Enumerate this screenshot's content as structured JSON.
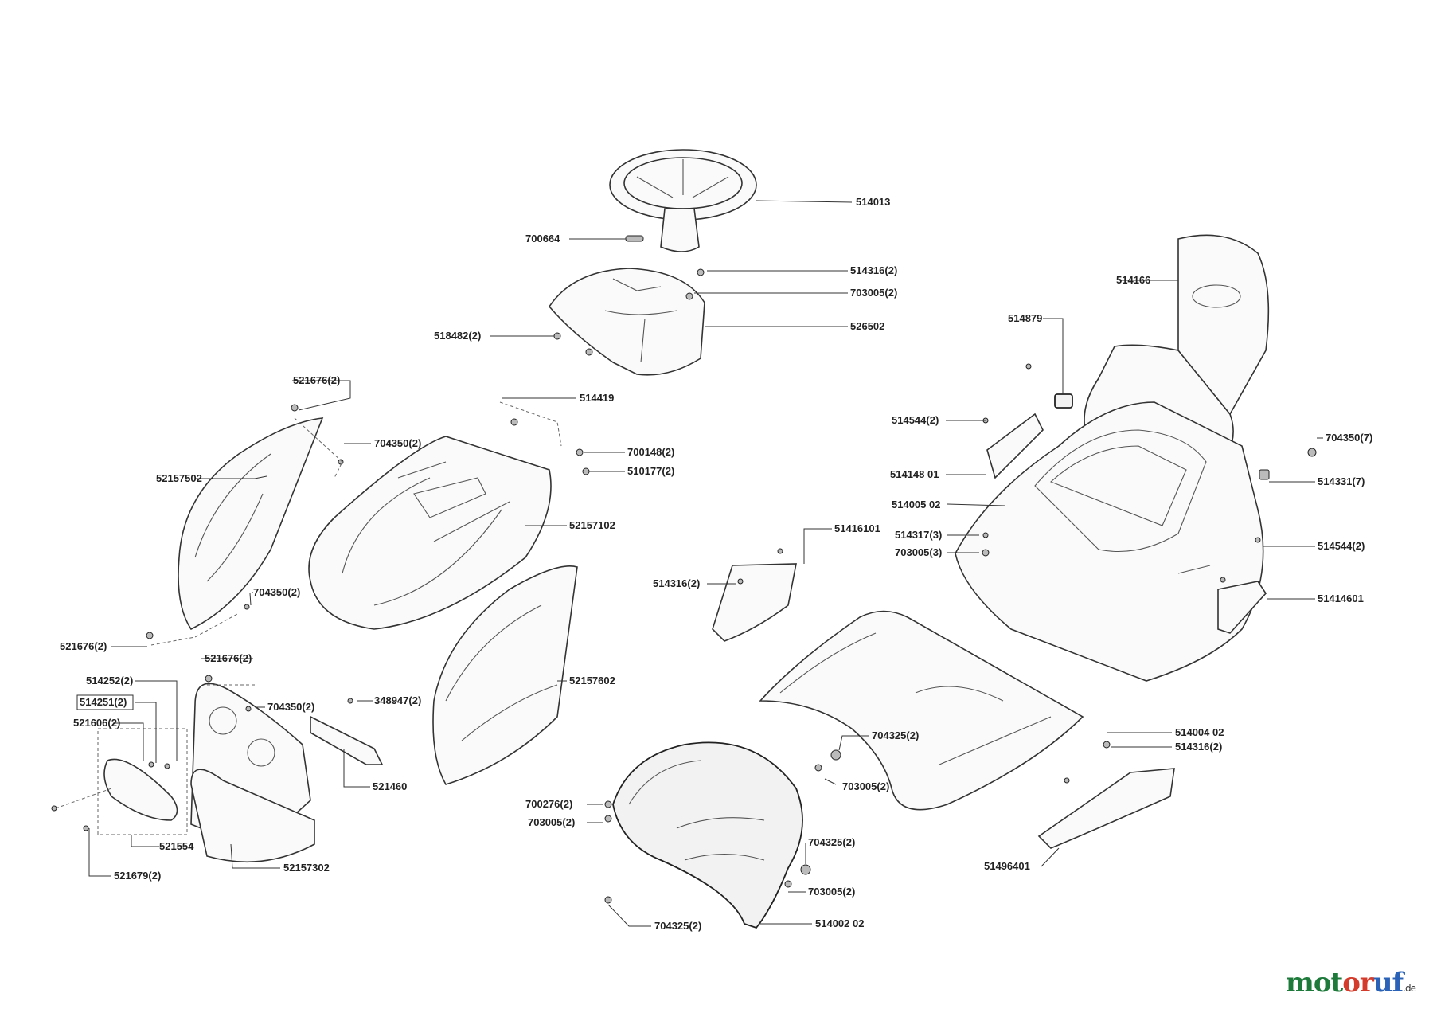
{
  "labels": {
    "p514013": "514013",
    "p700664": "700664",
    "p514316a": "514316(2)",
    "p703005a": "703005(2)",
    "p526502": "526502",
    "p518482": "518482(2)",
    "p514419": "514419",
    "p521676a": "521676(2)",
    "p704350a": "704350(2)",
    "p700148": "700148(2)",
    "p510177": "510177(2)",
    "p52157502": "52157502",
    "p52157102": "52157102",
    "p704350b": "704350(2)",
    "p521676b": "521676(2)",
    "p521676c": "521676(2)",
    "p514252": "514252(2)",
    "p514251": "514251(2)",
    "p521606": "521606(2)",
    "p704350c": "704350(2)",
    "p348947": "348947(2)",
    "p52157602": "52157602",
    "p521460": "521460",
    "p521554": "521554",
    "p52157302": "52157302",
    "p521679": "521679(2)",
    "p514166": "514166",
    "p514879": "514879",
    "p514544a": "514544(2)",
    "p704350d": "704350(7)",
    "p514148": "514148 01",
    "p514331": "514331(7)",
    "p514005": "514005 02",
    "p514317": "514317(3)",
    "p703005b": "703005(3)",
    "p51416101": "51416101",
    "p514544b": "514544(2)",
    "p514316b": "514316(2)",
    "p51414601": "51414601",
    "p704325a": "704325(2)",
    "p514004": "514004 02",
    "p514316c": "514316(2)",
    "p703005c": "703005(2)",
    "p700276": "700276(2)",
    "p703005d": "703005(2)",
    "p704325b": "704325(2)",
    "p703005e": "703005(2)",
    "p51496401": "51496401",
    "p704325c": "704325(2)",
    "p514002": "514002 02"
  },
  "brand": {
    "part1": "mot",
    "part2": "or",
    "part3": "uf",
    "tld": ".de"
  }
}
